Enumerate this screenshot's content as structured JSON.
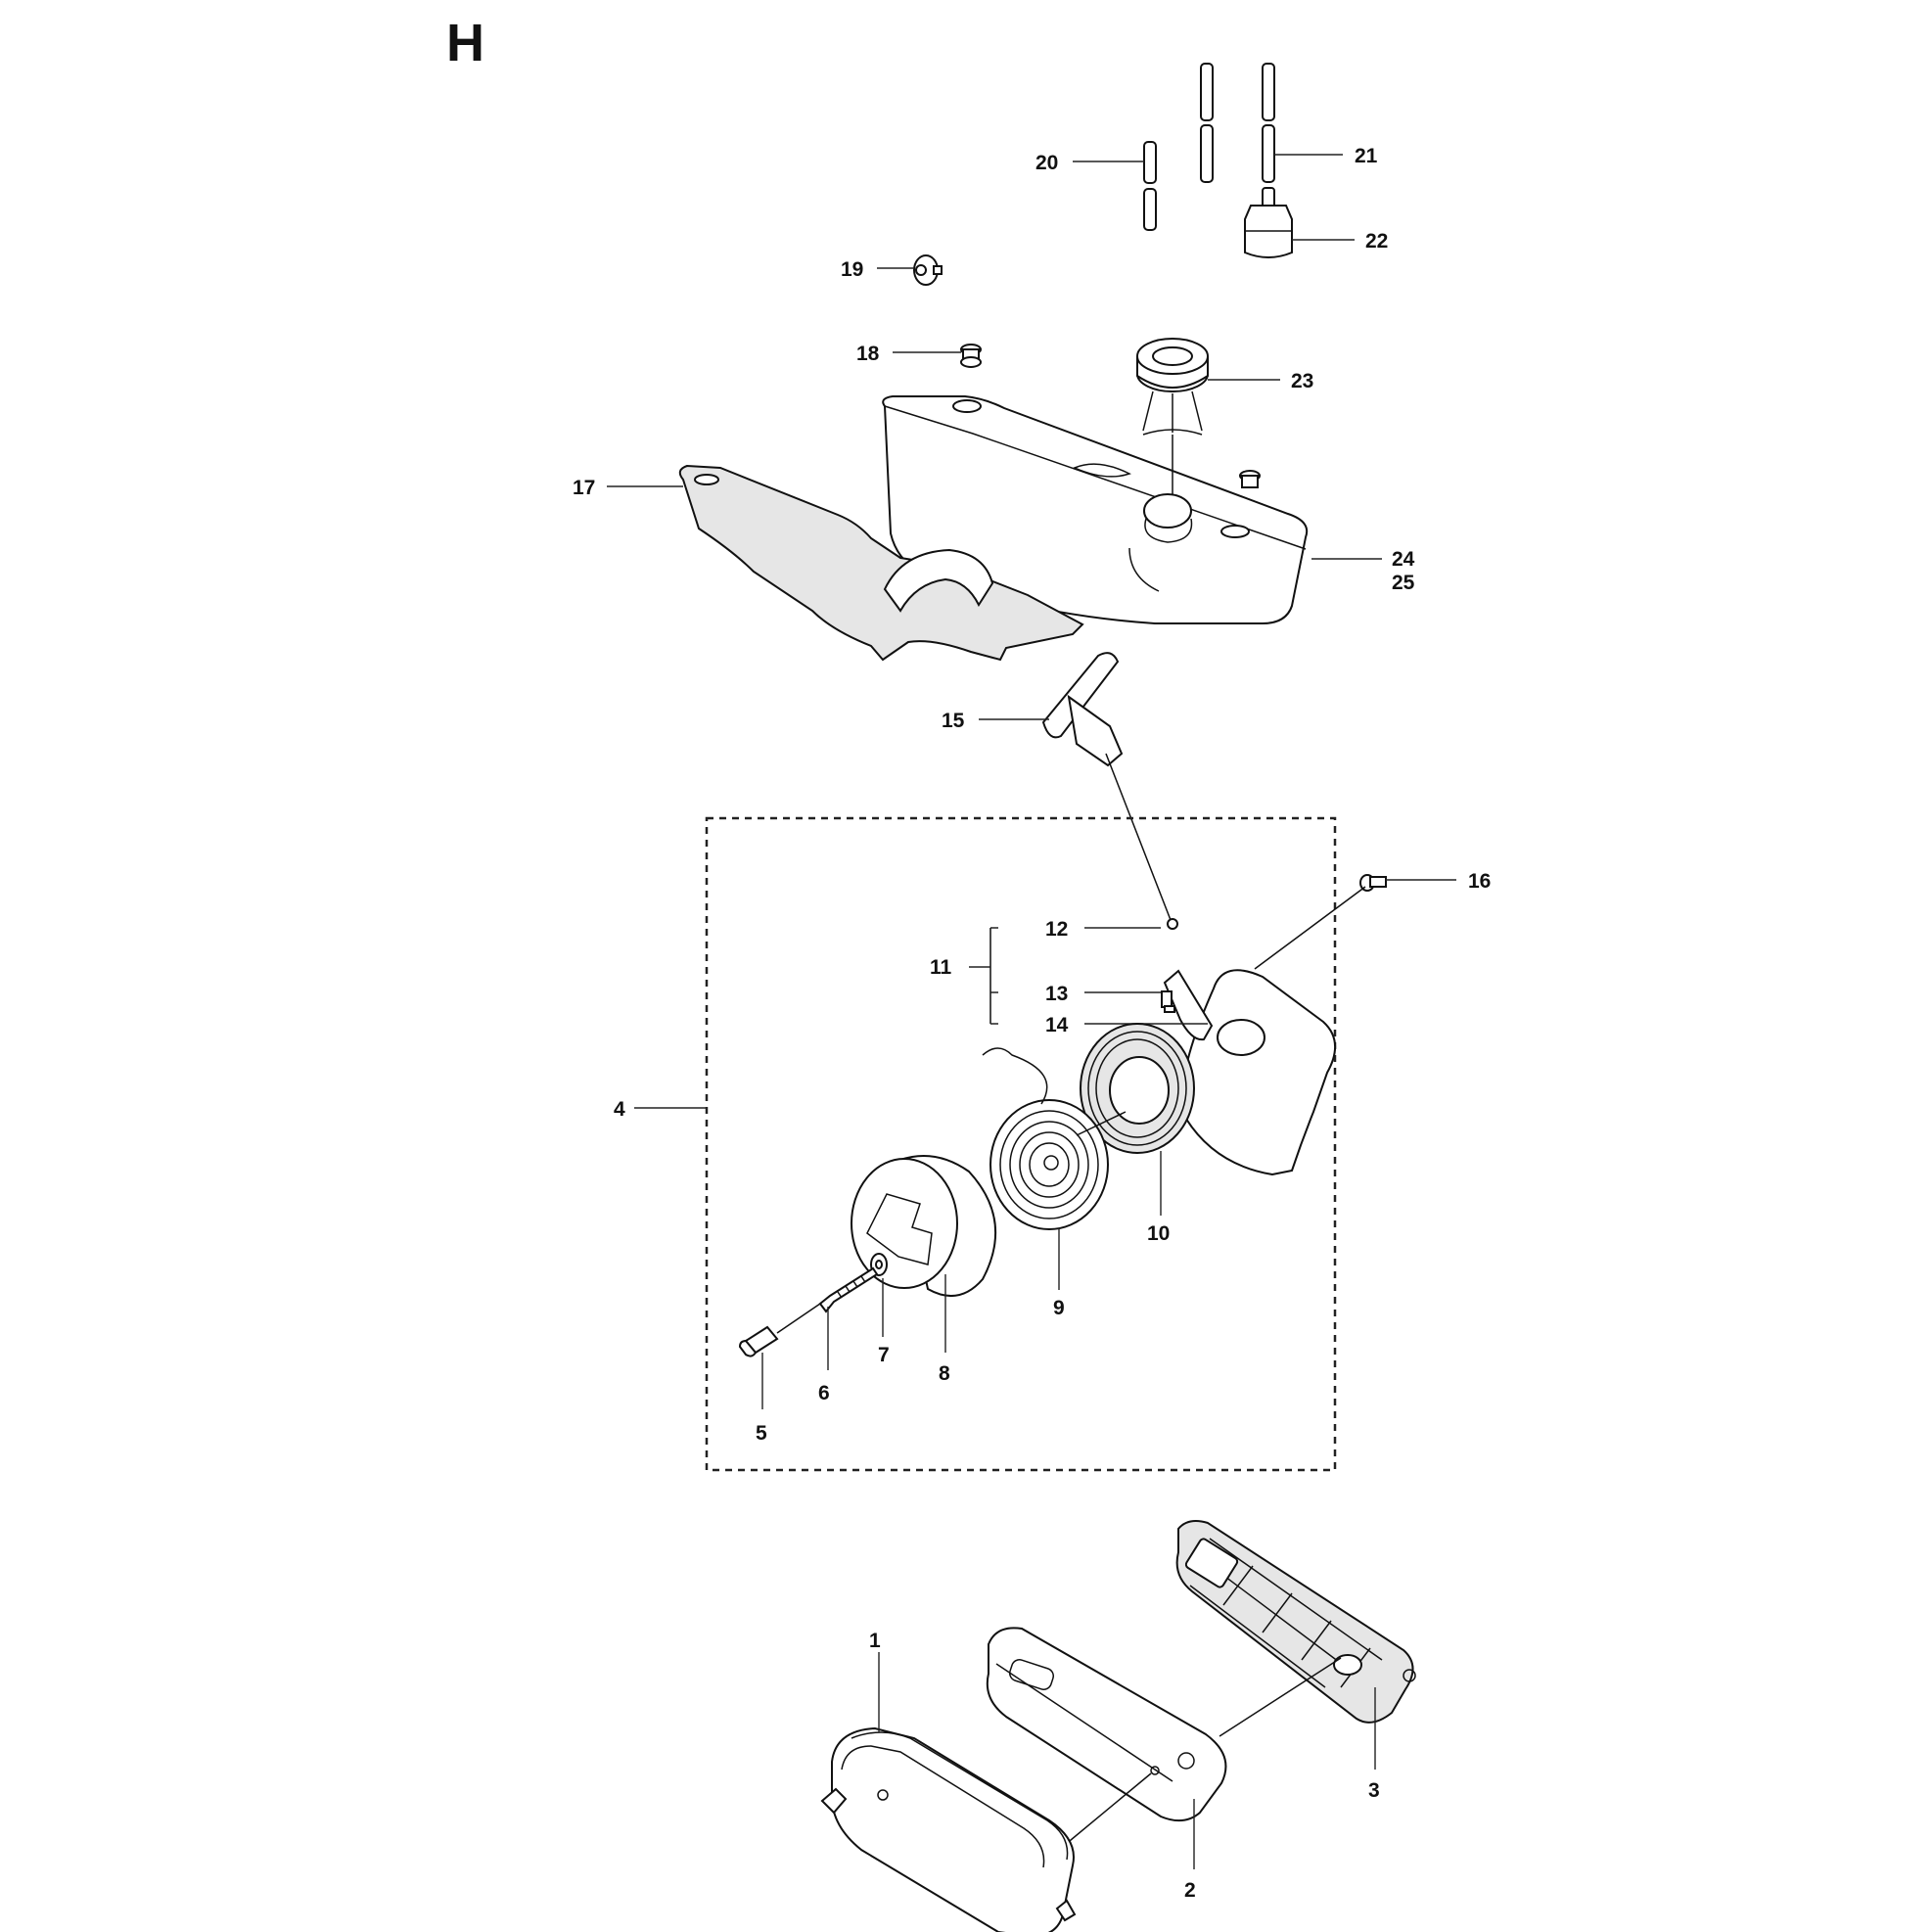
{
  "section_letter": "H",
  "labels": {
    "l1": "1",
    "l2": "2",
    "l3": "3",
    "l4": "4",
    "l5": "5",
    "l6": "6",
    "l7": "7",
    "l8": "8",
    "l9": "9",
    "l10": "10",
    "l11": "11",
    "l12": "12",
    "l13": "13",
    "l14": "14",
    "l15": "15",
    "l16": "16",
    "l17": "17",
    "l18": "18",
    "l19": "19",
    "l20": "20",
    "l21": "21",
    "l22": "22",
    "l23": "23",
    "l24": "24",
    "l25": "25"
  }
}
